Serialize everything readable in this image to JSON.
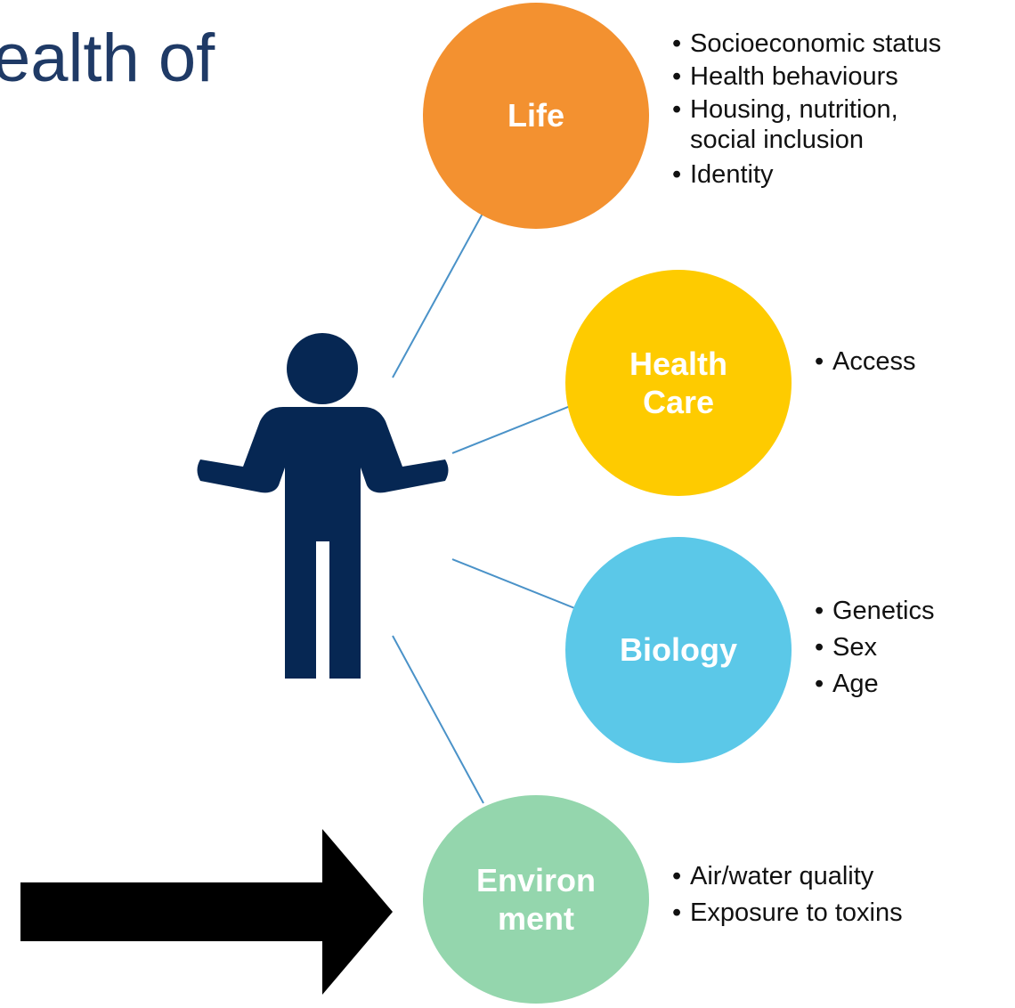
{
  "title": "ealth of",
  "colors": {
    "title": "#1f3a66",
    "person": "#062753",
    "connector": "#4a92c8",
    "arrow": "#000000",
    "life": "#f39130",
    "health_care": "#fecb00",
    "biology": "#5bc8e8",
    "environment": "#94d6ad"
  },
  "icons": {
    "person": "person-shrugging-icon",
    "arrow": "right-arrow-icon"
  },
  "determinants": {
    "life": {
      "label": "Life",
      "bullets": [
        "Socioeconomic status",
        "Health behaviours",
        "Housing, nutrition, social inclusion",
        "Identity"
      ]
    },
    "health_care": {
      "label_line1": "Health",
      "label_line2": "Care",
      "bullets": [
        "Access"
      ]
    },
    "biology": {
      "label": "Biology",
      "bullets": [
        "Genetics",
        "Sex",
        "Age"
      ]
    },
    "environment": {
      "label_line1": "Environ",
      "label_line2": "ment",
      "bullets": [
        "Air/water quality",
        "Exposure to toxins"
      ]
    }
  }
}
